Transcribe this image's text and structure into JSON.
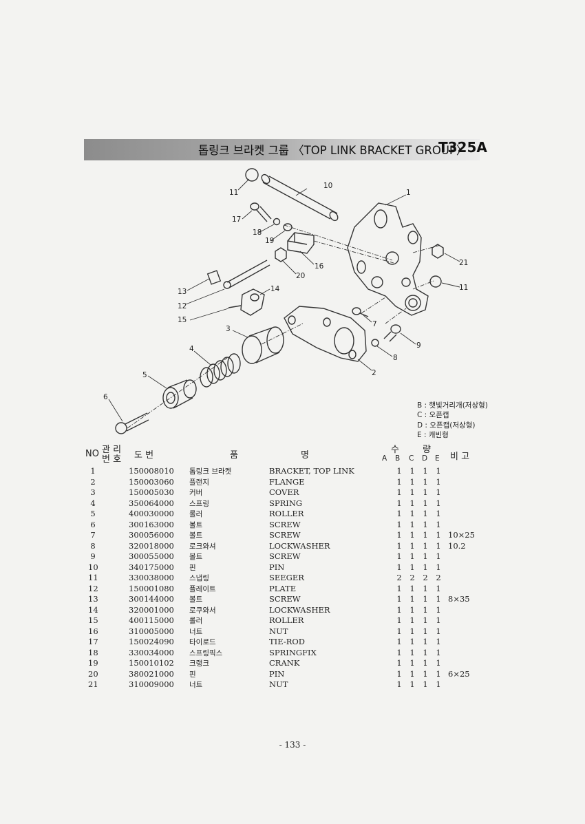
{
  "title": {
    "text": "톱링크 브라켓 그룹 〈TOP LINK BRACKET GROUP〉",
    "code": "T325A"
  },
  "callouts": [
    "1",
    "2",
    "3",
    "4",
    "5",
    "6",
    "7",
    "8",
    "9",
    "10",
    "11",
    "11",
    "12",
    "13",
    "14",
    "15",
    "16",
    "17",
    "18",
    "19",
    "20",
    "21"
  ],
  "legend": [
    "B : 햇빛거리개(저상형)",
    "C : 오픈캡",
    "D : 오픈캡(저상형)",
    "E : 캐빈형"
  ],
  "table": {
    "headers": {
      "no": "NO",
      "mgmt_top": "관 리",
      "mgmt_bottom": "번 호",
      "drawing": "도    번",
      "name_left": "품",
      "name_right": "명",
      "qty_left": "수",
      "qty_right": "량",
      "qty_cols": [
        "A",
        "B",
        "C",
        "D",
        "E"
      ],
      "remarks": "비  고"
    },
    "rows": [
      {
        "no": "1",
        "code": "150008010",
        "ko": "톱링크 브라켓",
        "en": "BRACKET, TOP LINK",
        "q": [
          "1",
          "1",
          "1",
          "1"
        ],
        "note": ""
      },
      {
        "no": "2",
        "code": "150003060",
        "ko": "플랜지",
        "en": "FLANGE",
        "q": [
          "1",
          "1",
          "1",
          "1"
        ],
        "note": ""
      },
      {
        "no": "3",
        "code": "150005030",
        "ko": "커버",
        "en": "COVER",
        "q": [
          "1",
          "1",
          "1",
          "1"
        ],
        "note": ""
      },
      {
        "no": "4",
        "code": "350064000",
        "ko": "스프링",
        "en": "SPRING",
        "q": [
          "1",
          "1",
          "1",
          "1"
        ],
        "note": ""
      },
      {
        "no": "5",
        "code": "400030000",
        "ko": "롤러",
        "en": "ROLLER",
        "q": [
          "1",
          "1",
          "1",
          "1"
        ],
        "note": ""
      },
      {
        "no": "6",
        "code": "300163000",
        "ko": "볼트",
        "en": "SCREW",
        "q": [
          "1",
          "1",
          "1",
          "1"
        ],
        "note": ""
      },
      {
        "no": "7",
        "code": "300056000",
        "ko": "볼트",
        "en": "SCREW",
        "q": [
          "1",
          "1",
          "1",
          "1"
        ],
        "note": "10×25"
      },
      {
        "no": "8",
        "code": "320018000",
        "ko": "로크와셔",
        "en": "LOCKWASHER",
        "q": [
          "1",
          "1",
          "1",
          "1"
        ],
        "note": "10.2"
      },
      {
        "no": "9",
        "code": "300055000",
        "ko": "볼트",
        "en": "SCREW",
        "q": [
          "1",
          "1",
          "1",
          "1"
        ],
        "note": ""
      },
      {
        "no": "10",
        "code": "340175000",
        "ko": "핀",
        "en": "PIN",
        "q": [
          "1",
          "1",
          "1",
          "1"
        ],
        "note": ""
      },
      {
        "no": "11",
        "code": "330038000",
        "ko": "스냅링",
        "en": "SEEGER",
        "q": [
          "2",
          "2",
          "2",
          "2"
        ],
        "note": ""
      },
      {
        "no": "12",
        "code": "150001080",
        "ko": "플레이트",
        "en": "PLATE",
        "q": [
          "1",
          "1",
          "1",
          "1"
        ],
        "note": ""
      },
      {
        "no": "13",
        "code": "300144000",
        "ko": "볼트",
        "en": "SCREW",
        "q": [
          "1",
          "1",
          "1",
          "1"
        ],
        "note": "8×35"
      },
      {
        "no": "14",
        "code": "320001000",
        "ko": "로쿠와서",
        "en": "LOCKWASHER",
        "q": [
          "1",
          "1",
          "1",
          "1"
        ],
        "note": ""
      },
      {
        "no": "15",
        "code": "400115000",
        "ko": "롤러",
        "en": "ROLLER",
        "q": [
          "1",
          "1",
          "1",
          "1"
        ],
        "note": ""
      },
      {
        "no": "16",
        "code": "310005000",
        "ko": "너트",
        "en": "NUT",
        "q": [
          "1",
          "1",
          "1",
          "1"
        ],
        "note": ""
      },
      {
        "no": "17",
        "code": "150024090",
        "ko": "타이로드",
        "en": "TIE-ROD",
        "q": [
          "1",
          "1",
          "1",
          "1"
        ],
        "note": ""
      },
      {
        "no": "18",
        "code": "330034000",
        "ko": "스프링픽스",
        "en": "SPRINGFIX",
        "q": [
          "1",
          "1",
          "1",
          "1"
        ],
        "note": ""
      },
      {
        "no": "19",
        "code": "150010102",
        "ko": "크랭크",
        "en": "CRANK",
        "q": [
          "1",
          "1",
          "1",
          "1"
        ],
        "note": ""
      },
      {
        "no": "20",
        "code": "380021000",
        "ko": "핀",
        "en": "PIN",
        "q": [
          "1",
          "1",
          "1",
          "1"
        ],
        "note": "6×25"
      },
      {
        "no": "21",
        "code": "310009000",
        "ko": "너트",
        "en": "NUT",
        "q": [
          "1",
          "1",
          "1",
          "1"
        ],
        "note": ""
      }
    ]
  },
  "page_number": "- 133 -"
}
